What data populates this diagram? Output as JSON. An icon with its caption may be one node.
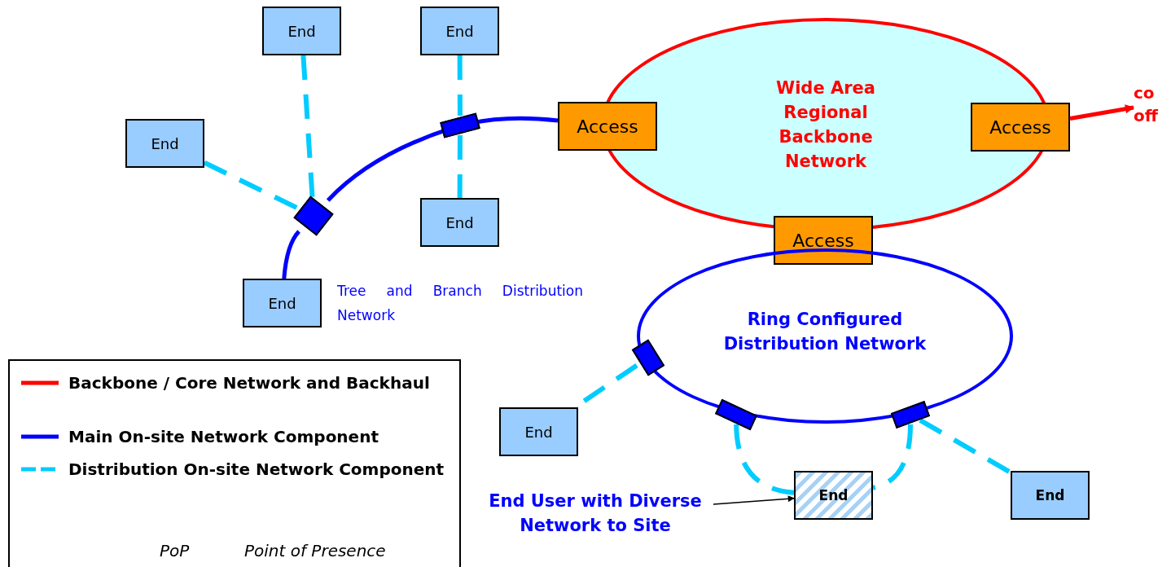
{
  "diagram": {
    "nodes": [
      {
        "text": [
          "Wide Area Regional Backbone Network"
        ]
      },
      {
        "text": [
          "Access"
        ]
      },
      {
        "text": [
          "Access"
        ]
      },
      {
        "text": [
          "Access"
        ]
      },
      {
        "text": [
          "co off"
        ]
      },
      {
        "text": [
          "Ring Configured Distribution Network"
        ]
      },
      {
        "text": [
          "End"
        ]
      },
      {
        "text": [
          "End"
        ]
      },
      {
        "text": [
          "End"
        ]
      },
      {
        "text": [
          "End"
        ]
      },
      {
        "text": [
          "End"
        ]
      },
      {
        "text": [
          "End"
        ]
      },
      {
        "text": [
          "End"
        ]
      },
      {
        "text": [
          "End"
        ]
      },
      {
        "text": [
          "End User with Diverse Network to Site"
        ]
      },
      {
        "text": [],
        "shape": "box"
      },
      {
        "text": [],
        "shape": "box"
      },
      {
        "text": [],
        "shape": "box"
      },
      {
        "text": [],
        "shape": "box"
      },
      {
        "text": [],
        "shape": "box"
      }
    ],
    "edges": [
      {
        "from": 10,
        "to": 15,
        "arrow": "none",
        "color": "#0000ff"
      },
      {
        "from": 15,
        "to": 16,
        "arrow": "none",
        "color": "#0000ff"
      },
      {
        "from": 16,
        "to": 1,
        "arrow": "none",
        "color": "#0000ff"
      },
      {
        "from": 6,
        "to": 15,
        "arrow": "none",
        "style": "dashed"
      },
      {
        "from": 8,
        "to": 15,
        "arrow": "none",
        "style": "dashed"
      },
      {
        "from": 7,
        "to": 16,
        "arrow": "none",
        "style": "dashed"
      },
      {
        "from": 16,
        "to": 9,
        "arrow": "none",
        "style": "dashed"
      },
      {
        "from": 2,
        "to": 4,
        "arrow": "to",
        "color": "#ff0000"
      },
      {
        "from": 17,
        "to": 11,
        "arrow": "none",
        "style": "dashed"
      },
      {
        "from": 18,
        "to": 12,
        "arrow": "none",
        "style": "dashed"
      },
      {
        "from": 19,
        "to": 12,
        "arrow": "none",
        "style": "dashed"
      },
      {
        "from": 19,
        "to": 13,
        "arrow": "none",
        "style": "dashed"
      },
      {
        "from": 14,
        "to": 12,
        "arrow": "to",
        "color": "#000000"
      }
    ],
    "labels": [
      "Tree and Branch Distribution Network",
      "PoP",
      "Point of Presence"
    ],
    "legend": [
      {
        "text": "Backbone / Core Network and Backhaul",
        "color": "#ff0000"
      },
      {
        "text": "Main On-site Network Component",
        "color": "#0000ff"
      },
      {
        "text": "Distribution On-site Network Component",
        "color": "#00ccff"
      }
    ]
  }
}
